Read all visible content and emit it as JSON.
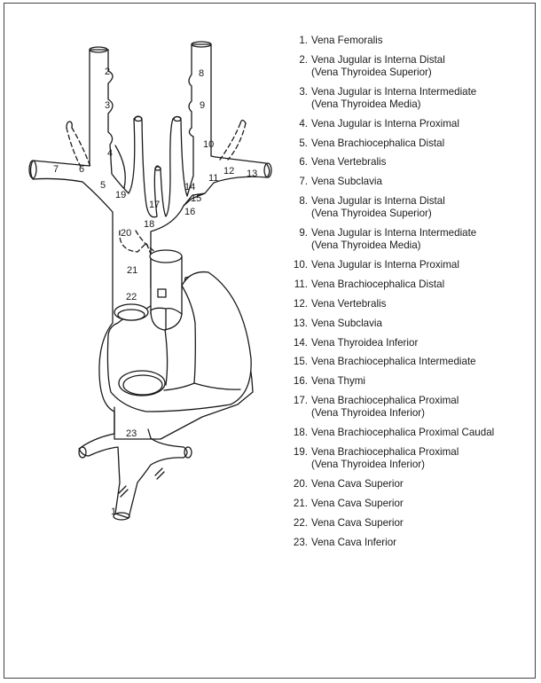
{
  "figure": {
    "labels": [
      "1",
      "2",
      "3",
      "4",
      "5",
      "6",
      "7",
      "8",
      "9",
      "10",
      "11",
      "12",
      "13",
      "14",
      "15",
      "16",
      "17",
      "18",
      "19",
      "20",
      "21",
      "22",
      "23"
    ]
  },
  "legend": [
    {
      "num": "1.",
      "line1": "Vena Femoralis",
      "line2": ""
    },
    {
      "num": "2.",
      "line1": "Vena Jugular is Interna Distal",
      "line2": "(Vena Thyroidea Superior)"
    },
    {
      "num": "3.",
      "line1": "Vena Jugular is Interna Intermediate",
      "line2": "(Vena Thyroidea Media)"
    },
    {
      "num": "4.",
      "line1": "Vena Jugular is Interna Proximal",
      "line2": ""
    },
    {
      "num": "5.",
      "line1": "Vena Brachiocephalica Distal",
      "line2": ""
    },
    {
      "num": "6.",
      "line1": "Vena Vertebralis",
      "line2": ""
    },
    {
      "num": "7.",
      "line1": "Vena Subclavia",
      "line2": ""
    },
    {
      "num": "8.",
      "line1": "Vena Jugular is Interna Distal",
      "line2": "(Vena Thyroidea Superior)"
    },
    {
      "num": "9.",
      "line1": "Vena Jugular is Interna Intermediate",
      "line2": "(Vena Thyroidea Media)"
    },
    {
      "num": "10.",
      "line1": "Vena Jugular is Interna Proximal",
      "line2": ""
    },
    {
      "num": "11.",
      "line1": "Vena Brachiocephalica Distal",
      "line2": ""
    },
    {
      "num": "12.",
      "line1": "Vena Vertebralis",
      "line2": ""
    },
    {
      "num": "13.",
      "line1": "Vena Subclavia",
      "line2": ""
    },
    {
      "num": "14.",
      "line1": "Vena Thyroidea Inferior",
      "line2": ""
    },
    {
      "num": "15.",
      "line1": "Vena Brachiocephalica Intermediate",
      "line2": ""
    },
    {
      "num": "16.",
      "line1": "Vena Thymi",
      "line2": ""
    },
    {
      "num": "17.",
      "line1": "Vena Brachiocephalica Proximal",
      "line2": "(Vena Thyroidea Inferior)"
    },
    {
      "num": "18.",
      "line1": "Vena Brachiocephalica Proximal Caudal",
      "line2": ""
    },
    {
      "num": "19.",
      "line1": "Vena Brachiocephalica Proximal",
      "line2": "(Vena Thyroidea Inferior)"
    },
    {
      "num": "20.",
      "line1": "Vena Cava Superior",
      "line2": ""
    },
    {
      "num": "21.",
      "line1": "Vena Cava Superior",
      "line2": ""
    },
    {
      "num": "22.",
      "line1": "Vena Cava Superior",
      "line2": ""
    },
    {
      "num": "23.",
      "line1": "Vena Cava Inferior",
      "line2": ""
    }
  ]
}
